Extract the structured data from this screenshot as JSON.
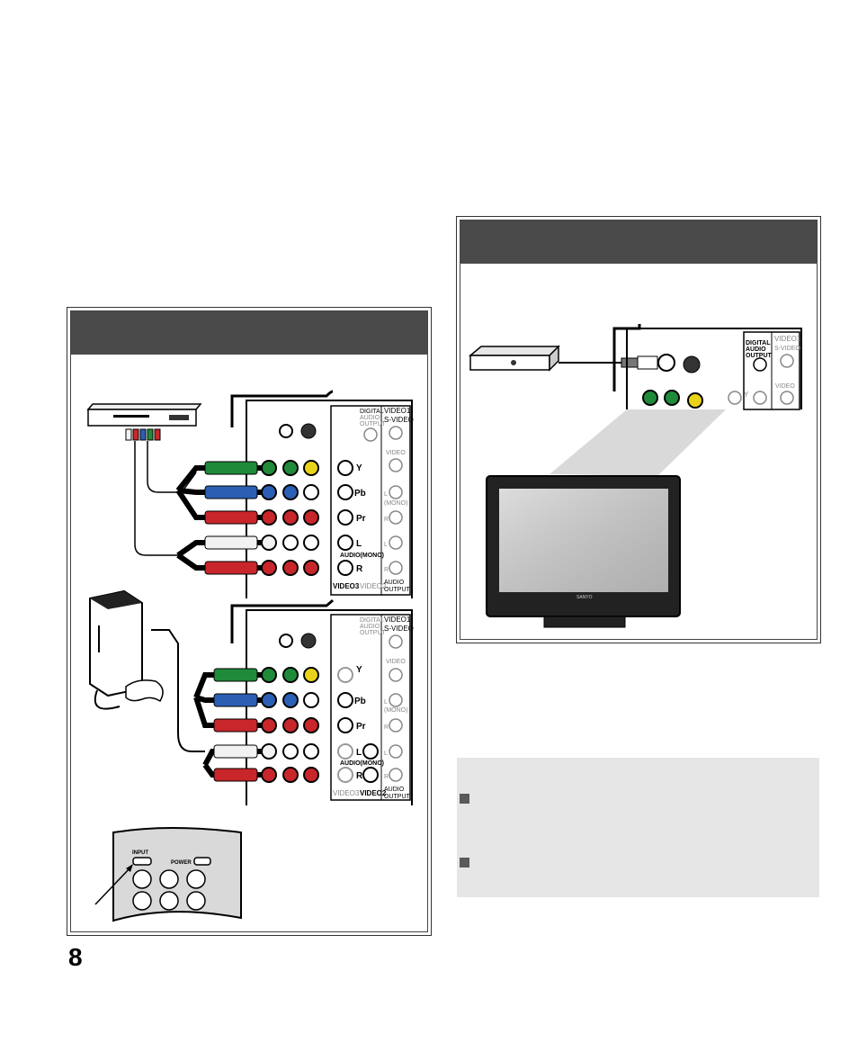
{
  "page": {
    "number": "8"
  },
  "jack_labels": {
    "digital_audio_output": [
      "DIGITAL",
      "AUDIO",
      "OUTPUT"
    ],
    "video1": "VIDEO1",
    "s_video": "S-VIDEO",
    "video": "VIDEO",
    "y": "Y",
    "pb": "Pb",
    "pr": "Pr",
    "l": "L",
    "r": "R",
    "mono": "(MONO)",
    "audio_mono": "AUDIO(MONO)",
    "video3": "VIDEO3",
    "video2": "VIDEO2",
    "audio_output": [
      "AUDIO",
      "OUTPUT"
    ]
  },
  "remote": {
    "input_label": "INPUT",
    "power_label": "POWER"
  },
  "tv": {
    "brand": "SANYO"
  },
  "colors": {
    "header_bar": "#4a4a4a",
    "note_bg": "#e6e6e6",
    "cable_green": "#1f8a3a",
    "cable_blue": "#2b5fb3",
    "cable_red": "#c8262b",
    "cable_white": "#f2f2f2",
    "jack_yellow": "#e9d21a"
  }
}
